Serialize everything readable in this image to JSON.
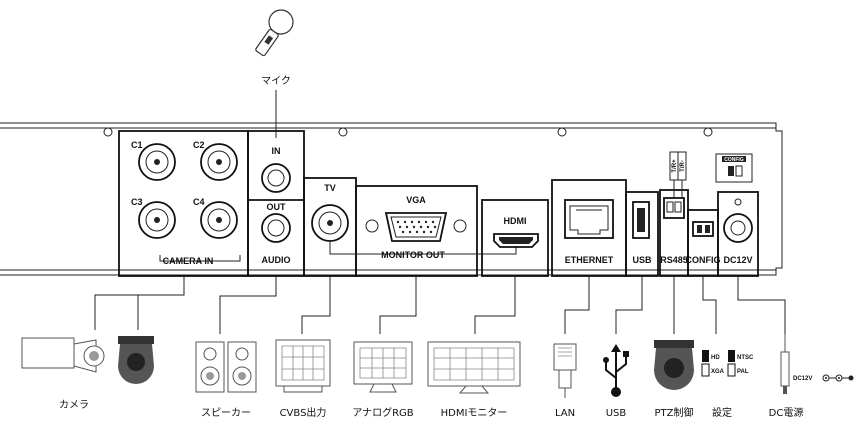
{
  "mic_label": "マイク",
  "panel": {
    "camera_inputs": [
      "C1",
      "C2",
      "C3",
      "C4"
    ],
    "camera_in_label": "CAMERA IN",
    "audio_in_label": "IN",
    "audio_out_label": "OUT",
    "audio_label": "AUDIO",
    "tv_label": "TV",
    "vga_label": "VGA",
    "monitor_out_label": "MONITOR OUT",
    "hdmi_label": "HDMI",
    "ethernet_label": "ETHERNET",
    "usb_label": "USB",
    "rs485_label": "RS485",
    "config_label": "CONFIG",
    "dc12v_label": "DC12V",
    "config_box_label": "CONFIG",
    "rs485_pins": [
      "T/R+",
      "T/R-"
    ]
  },
  "devices": {
    "camera": "カメラ",
    "speaker": "スピーカー",
    "cvbs": "CVBS出力",
    "analog_rgb": "アナログRGB",
    "hdmi_monitor": "HDMIモニター",
    "lan": "LAN",
    "usb": "USB",
    "ptz": "PTZ制御",
    "settings": "設定",
    "dc_power": "DC電源"
  },
  "settings_switch": {
    "left_top": "HD",
    "left_bottom": "XGA",
    "right_top": "NTSC",
    "right_bottom": "PAL"
  },
  "dc_plug_label": "DC12V"
}
